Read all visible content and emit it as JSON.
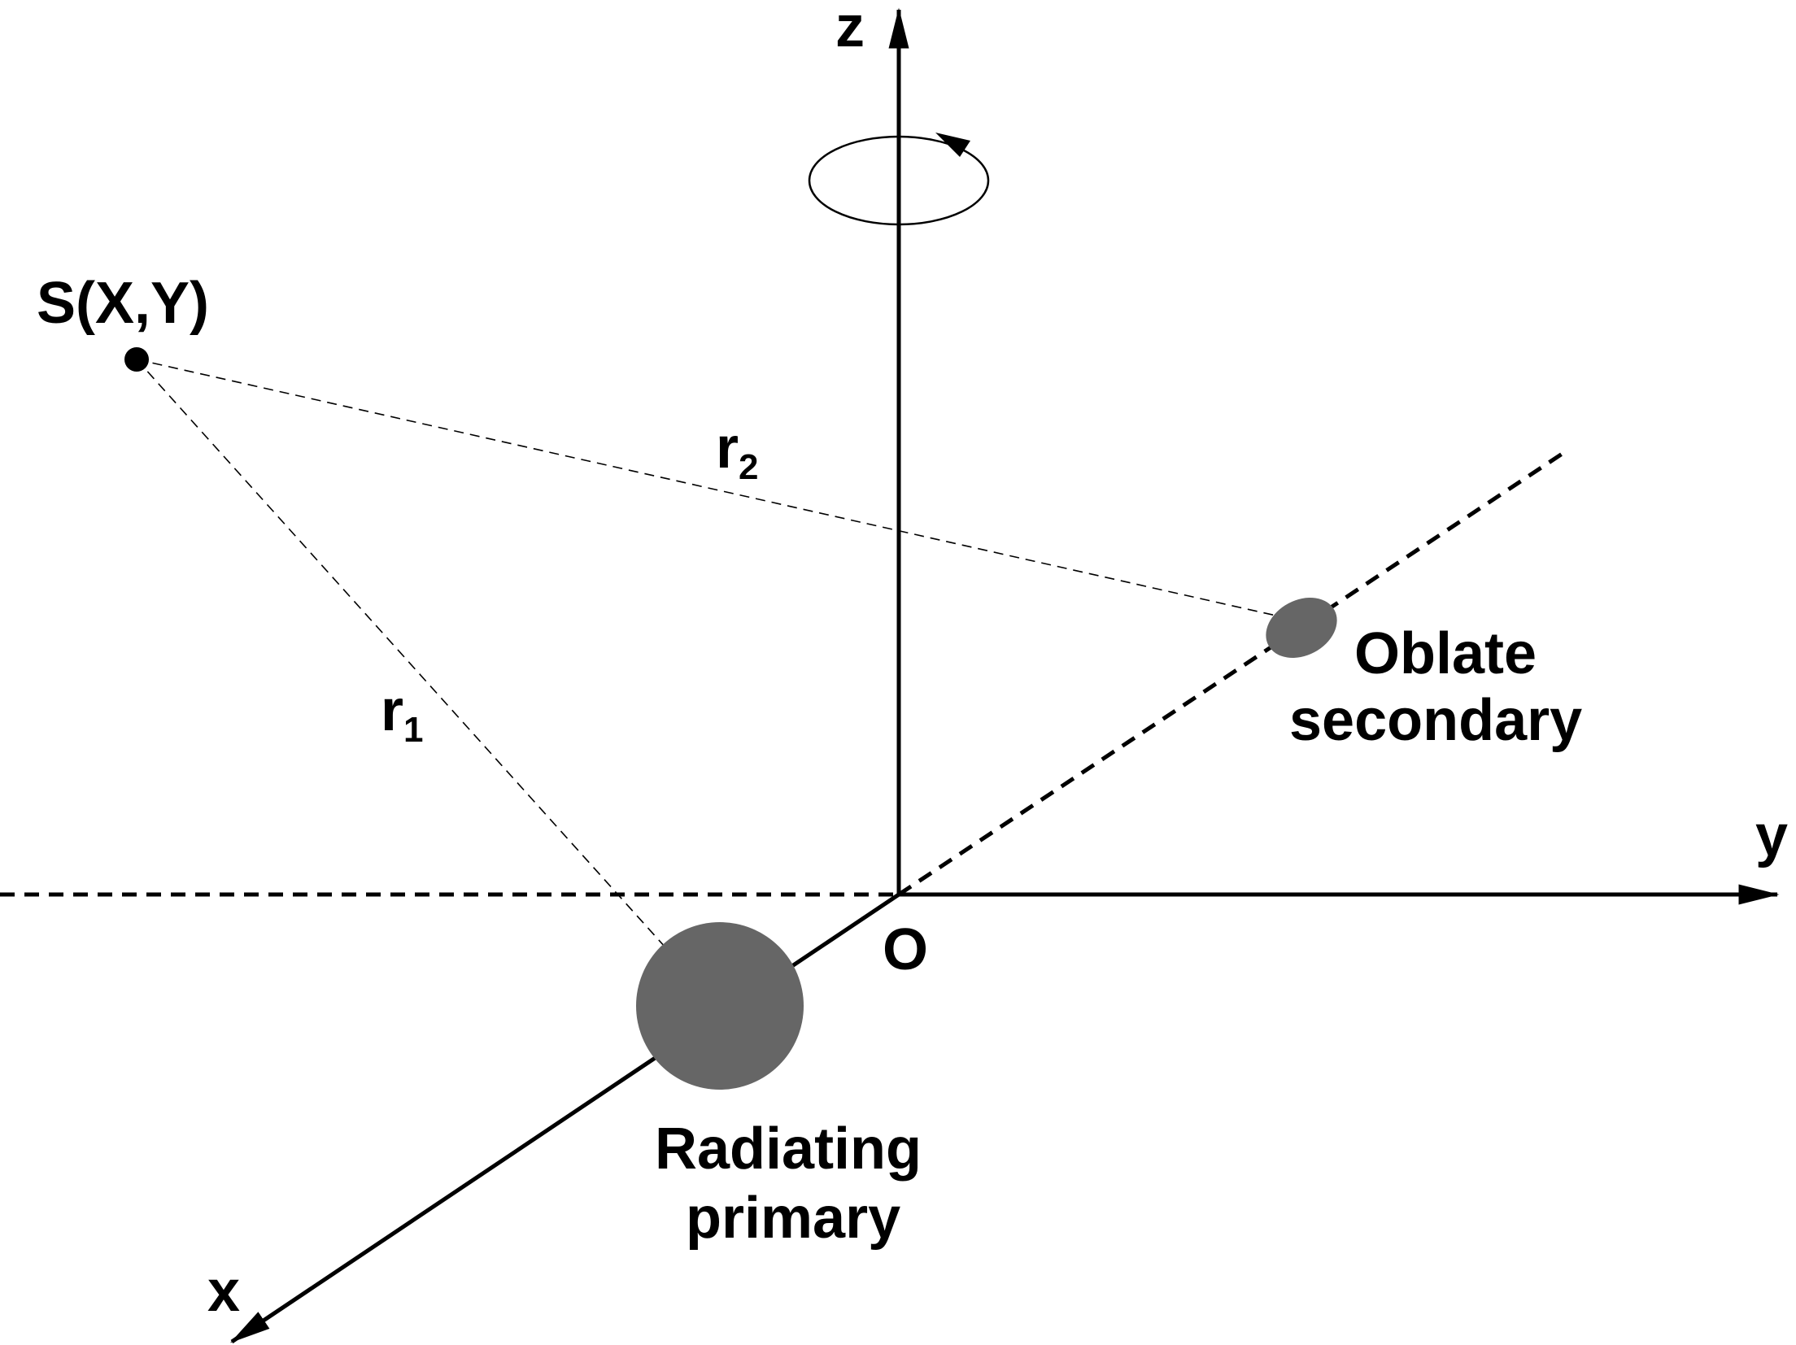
{
  "axes": {
    "x_label": "x",
    "y_label": "y",
    "z_label": "z",
    "origin_label": "O"
  },
  "point": {
    "label": "S(X,Y)"
  },
  "distances": {
    "r1_base": "r",
    "r1_sub": "1",
    "r2_base": "r",
    "r2_sub": "2"
  },
  "primary": {
    "line1": "Radiating",
    "line2": "primary",
    "color": "#666666"
  },
  "secondary": {
    "line1": "Oblate",
    "line2": "secondary",
    "color": "#666666"
  }
}
